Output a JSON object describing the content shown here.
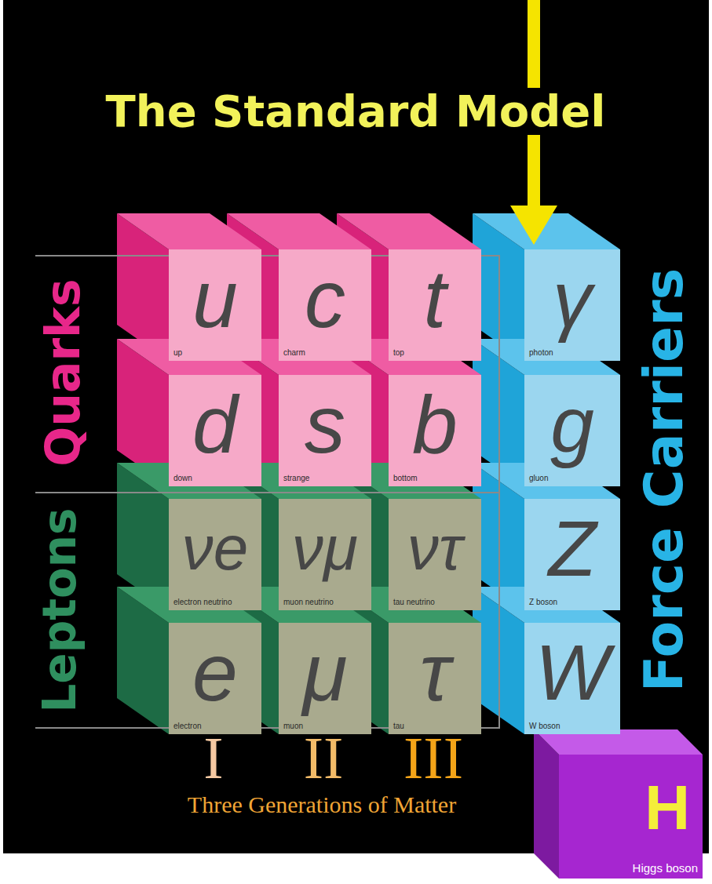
{
  "diagram": {
    "title": "The Standard Model",
    "nodes": [
      {
        "text": [
          "u",
          "up"
        ]
      },
      {
        "text": [
          "c",
          "charm"
        ]
      },
      {
        "text": [
          "t",
          "top"
        ]
      },
      {
        "text": [
          "γ",
          "photon"
        ]
      },
      {
        "text": [
          "d",
          "down"
        ]
      },
      {
        "text": [
          "s",
          "strange"
        ]
      },
      {
        "text": [
          "b",
          "bottom"
        ]
      },
      {
        "text": [
          "g",
          "gluon"
        ]
      },
      {
        "text": [
          "νe",
          "electron neutrino"
        ]
      },
      {
        "text": [
          "νμ",
          "muon neutrino"
        ]
      },
      {
        "text": [
          "ντ",
          "tau neutrino"
        ]
      },
      {
        "text": [
          "Z",
          "Z boson"
        ]
      },
      {
        "text": [
          "e",
          "electron"
        ]
      },
      {
        "text": [
          "μ",
          "muon"
        ]
      },
      {
        "text": [
          "τ",
          "tau"
        ]
      },
      {
        "text": [
          "W",
          "W boson"
        ]
      },
      {
        "text": [
          "H",
          "Higgs boson"
        ]
      }
    ],
    "labels": [
      "Quarks",
      "Leptons",
      "Force Carriers",
      "I",
      "II",
      "III",
      "Three Generations of Matter"
    ]
  }
}
